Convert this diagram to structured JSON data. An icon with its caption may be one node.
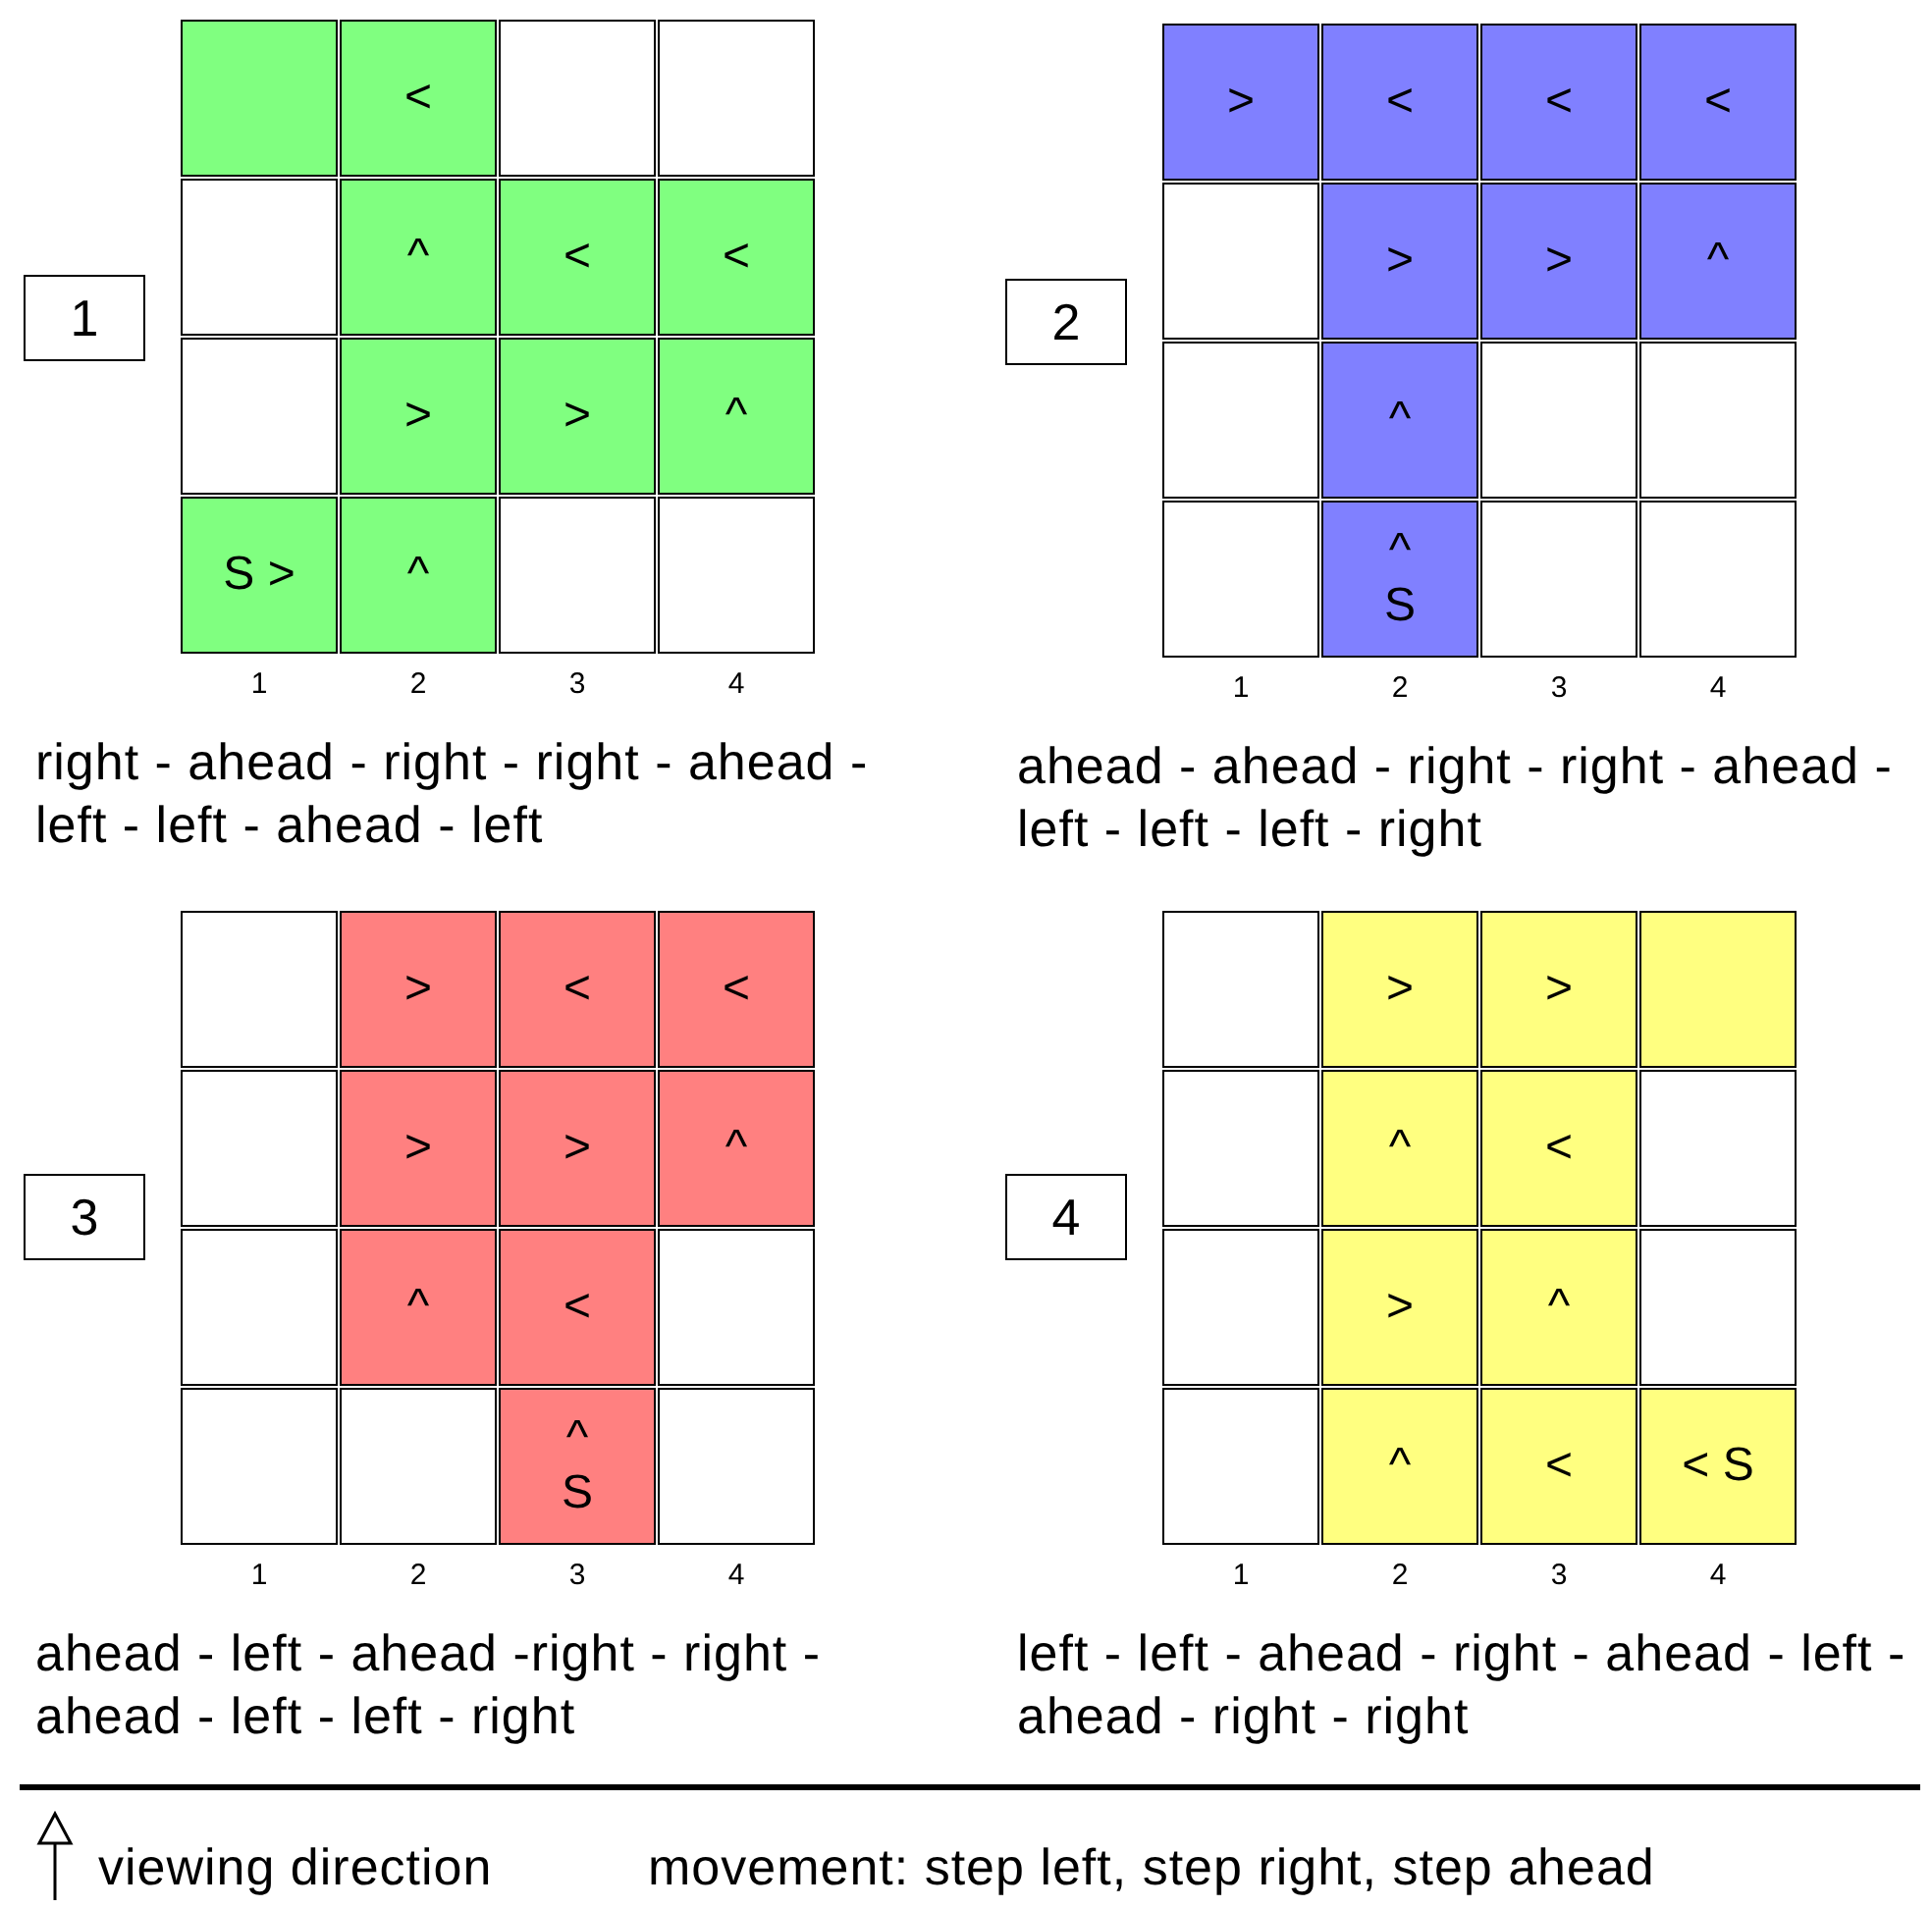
{
  "diagram": {
    "nodes": [
      {
        "text": [
          "1"
        ]
      },
      {
        "text": [],
        "shape": "box"
      },
      {
        "text": [
          "<"
        ]
      },
      {
        "text": [],
        "shape": "box"
      },
      {
        "text": [],
        "shape": "box"
      },
      {
        "text": [],
        "shape": "box"
      },
      {
        "text": [
          "^"
        ]
      },
      {
        "text": [
          "<"
        ]
      },
      {
        "text": [
          "<"
        ]
      },
      {
        "text": [],
        "shape": "box"
      },
      {
        "text": [
          ">"
        ]
      },
      {
        "text": [
          ">"
        ]
      },
      {
        "text": [
          "^"
        ]
      },
      {
        "text": [
          "S >"
        ]
      },
      {
        "text": [
          "^"
        ]
      },
      {
        "text": [],
        "shape": "box"
      },
      {
        "text": [],
        "shape": "box"
      },
      {
        "text": [
          "2"
        ]
      },
      {
        "text": [
          ">"
        ]
      },
      {
        "text": [
          "<"
        ]
      },
      {
        "text": [
          "<"
        ]
      },
      {
        "text": [
          "<"
        ]
      },
      {
        "text": [],
        "shape": "box"
      },
      {
        "text": [
          ">"
        ]
      },
      {
        "text": [
          ">"
        ]
      },
      {
        "text": [
          "^"
        ]
      },
      {
        "text": [],
        "shape": "box"
      },
      {
        "text": [
          "^"
        ]
      },
      {
        "text": [],
        "shape": "box"
      },
      {
        "text": [],
        "shape": "box"
      },
      {
        "text": [],
        "shape": "box"
      },
      {
        "text": [
          "^",
          "S"
        ]
      },
      {
        "text": [],
        "shape": "box"
      },
      {
        "text": [],
        "shape": "box"
      },
      {
        "text": [
          "3"
        ]
      },
      {
        "text": [],
        "shape": "box"
      },
      {
        "text": [
          ">"
        ]
      },
      {
        "text": [
          "<"
        ]
      },
      {
        "text": [
          "<"
        ]
      },
      {
        "text": [],
        "shape": "box"
      },
      {
        "text": [
          ">"
        ]
      },
      {
        "text": [
          ">"
        ]
      },
      {
        "text": [
          "^"
        ]
      },
      {
        "text": [],
        "shape": "box"
      },
      {
        "text": [
          "^"
        ]
      },
      {
        "text": [
          "<"
        ]
      },
      {
        "text": [],
        "shape": "box"
      },
      {
        "text": [],
        "shape": "box"
      },
      {
        "text": [],
        "shape": "box"
      },
      {
        "text": [
          "^",
          "S"
        ]
      },
      {
        "text": [],
        "shape": "box"
      },
      {
        "text": [
          "4"
        ]
      },
      {
        "text": [],
        "shape": "box"
      },
      {
        "text": [
          ">"
        ]
      },
      {
        "text": [
          ">"
        ]
      },
      {
        "text": [],
        "shape": "box"
      },
      {
        "text": [],
        "shape": "box"
      },
      {
        "text": [
          "^"
        ]
      },
      {
        "text": [
          "<"
        ]
      },
      {
        "text": [],
        "shape": "box"
      },
      {
        "text": [],
        "shape": "box"
      },
      {
        "text": [
          ">"
        ]
      },
      {
        "text": [
          "^"
        ]
      },
      {
        "text": [],
        "shape": "box"
      },
      {
        "text": [],
        "shape": "box"
      },
      {
        "text": [
          "^"
        ]
      },
      {
        "text": [
          "<"
        ]
      },
      {
        "text": [
          "< S"
        ]
      }
    ],
    "labels": [
      "1",
      "2",
      "3",
      "4",
      "1",
      "2",
      "3",
      "4",
      "right - ahead - right - right - ahead - left - left - ahead - left",
      "ahead - ahead - right - right - ahead - left - left - left - right",
      "1",
      "2",
      "3",
      "4",
      "1",
      "2",
      "3",
      "4",
      "ahead - left - ahead -right - right - ahead - left - left - right",
      "left - left - ahead - right - ahead - left - ahead - right - right",
      "viewing direction",
      "movement: step left, step right, step ahead"
    ]
  }
}
